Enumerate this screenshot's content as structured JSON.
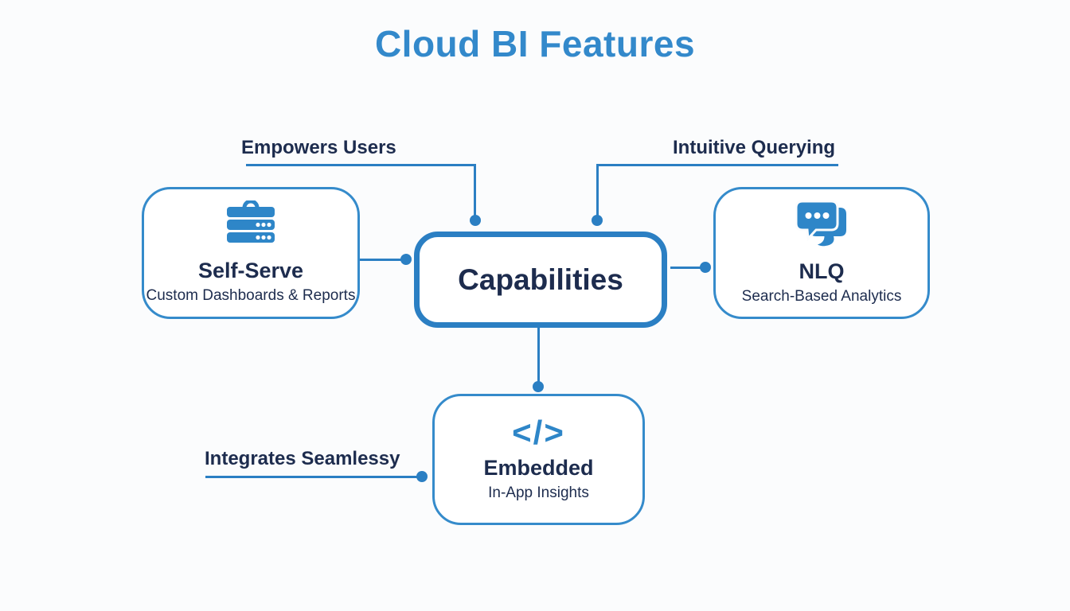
{
  "title": "Cloud BI Features",
  "center_node": {
    "label": "Capabilities"
  },
  "nodes": [
    {
      "id": "self-serve",
      "title": "Self-Serve",
      "subtitle": "Custom Dashboards & Reports",
      "icon": "server-stack-icon"
    },
    {
      "id": "nlq",
      "title": "NLQ",
      "subtitle": "Search-Based Analytics",
      "icon": "chat-bubbles-icon"
    },
    {
      "id": "embedded",
      "title": "Embedded",
      "subtitle": "In-App Insights",
      "icon": "code-icon",
      "icon_glyph": "</>"
    }
  ],
  "annotations": [
    {
      "id": "empowers-users",
      "label": "Empowers Users"
    },
    {
      "id": "intuitive-querying",
      "label": "Intuitive Querying"
    },
    {
      "id": "integrates-seamlessy",
      "label": "Integrates Seamlessy"
    }
  ],
  "colors": {
    "title_blue": "#3389CB",
    "connector_blue": "#2B7FC3",
    "border_blue": "#358BCB",
    "icon_blue": "#2E86C8",
    "text_navy": "#1D2C4E",
    "background": "#FBFCFD"
  }
}
